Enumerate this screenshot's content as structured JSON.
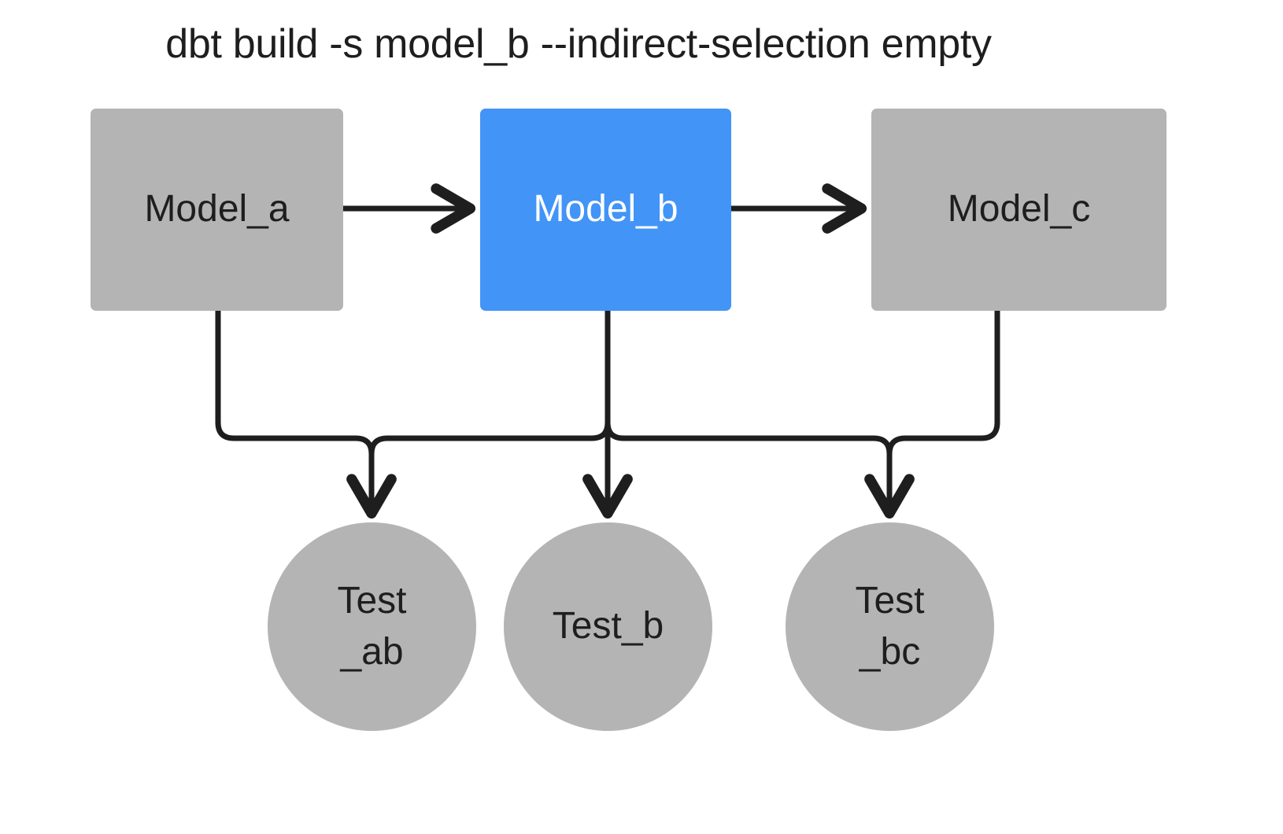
{
  "title": "dbt build -s model_b --indirect-selection empty",
  "colors": {
    "background": "#ffffff",
    "node_gray": "#b4b4b4",
    "node_selected_blue": "#4294f7",
    "text_dark": "#1e1e1e",
    "text_light": "#ffffff",
    "edge": "#1e1e1e"
  },
  "nodes": {
    "model_a": {
      "label": "Model_a",
      "shape": "rectangle",
      "state": "unselected"
    },
    "model_b": {
      "label": "Model_b",
      "shape": "rectangle",
      "state": "selected"
    },
    "model_c": {
      "label": "Model_c",
      "shape": "rectangle",
      "state": "unselected"
    },
    "test_ab": {
      "label": "Test\n_ab",
      "shape": "circle",
      "state": "unselected"
    },
    "test_b": {
      "label": "Test_b",
      "shape": "circle",
      "state": "unselected"
    },
    "test_bc": {
      "label": "Test\n_bc",
      "shape": "circle",
      "state": "unselected"
    }
  },
  "edges": [
    {
      "from": "model_a",
      "to": "model_b",
      "style": "straight-right"
    },
    {
      "from": "model_b",
      "to": "model_c",
      "style": "straight-right"
    },
    {
      "from": "model_a",
      "to": "test_ab",
      "style": "elbow-down"
    },
    {
      "from": "model_b",
      "to": "test_ab",
      "style": "elbow-down"
    },
    {
      "from": "model_b",
      "to": "test_b",
      "style": "straight-down"
    },
    {
      "from": "model_b",
      "to": "test_bc",
      "style": "elbow-down"
    },
    {
      "from": "model_c",
      "to": "test_bc",
      "style": "elbow-down"
    }
  ]
}
